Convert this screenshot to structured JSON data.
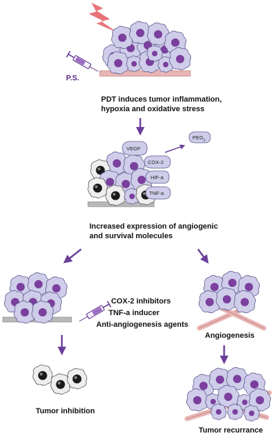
{
  "captions": {
    "pdt_line1": "PDT induces tumor inflammation,",
    "pdt_line2": "hypoxia and oxidative stress",
    "expr_line1": "Increased expression of angiogenic",
    "expr_line2": "and survival molecules",
    "inhibitor1": "COX-2 inhibitors",
    "inhibitor2": "TNF-a inducer",
    "inhibitor3": "Anti-angiogenesis agents",
    "angiogenesis": "Angiogenesis",
    "tumor_inhibition": "Tumor inhibition",
    "tumor_recurrance": "Tumor recurrance"
  },
  "ps_label": "P.S.",
  "molecules": {
    "vegf": "VEGF",
    "cox2": "COX-2",
    "hifa": "HIF-a",
    "tnfa": "TNF-a",
    "peg": "PEG",
    "peg_sub": "2"
  },
  "colors": {
    "cell_fill": "#cfcde9",
    "cell_stroke": "#5d5a8f",
    "nucleus": "#7b3f9e",
    "dead_nucleus": "#1a1a1a",
    "dead_cell": "#eeeeee",
    "tissue_pink": "#e8b5b5",
    "tissue_gray": "#b9b9b9",
    "arrow": "#6a3f9a",
    "lightning": "#e8747a",
    "ps_text": "#5b2a86"
  },
  "icons": [
    "lightning-icon",
    "syringe-icon",
    "arrow-icon"
  ]
}
